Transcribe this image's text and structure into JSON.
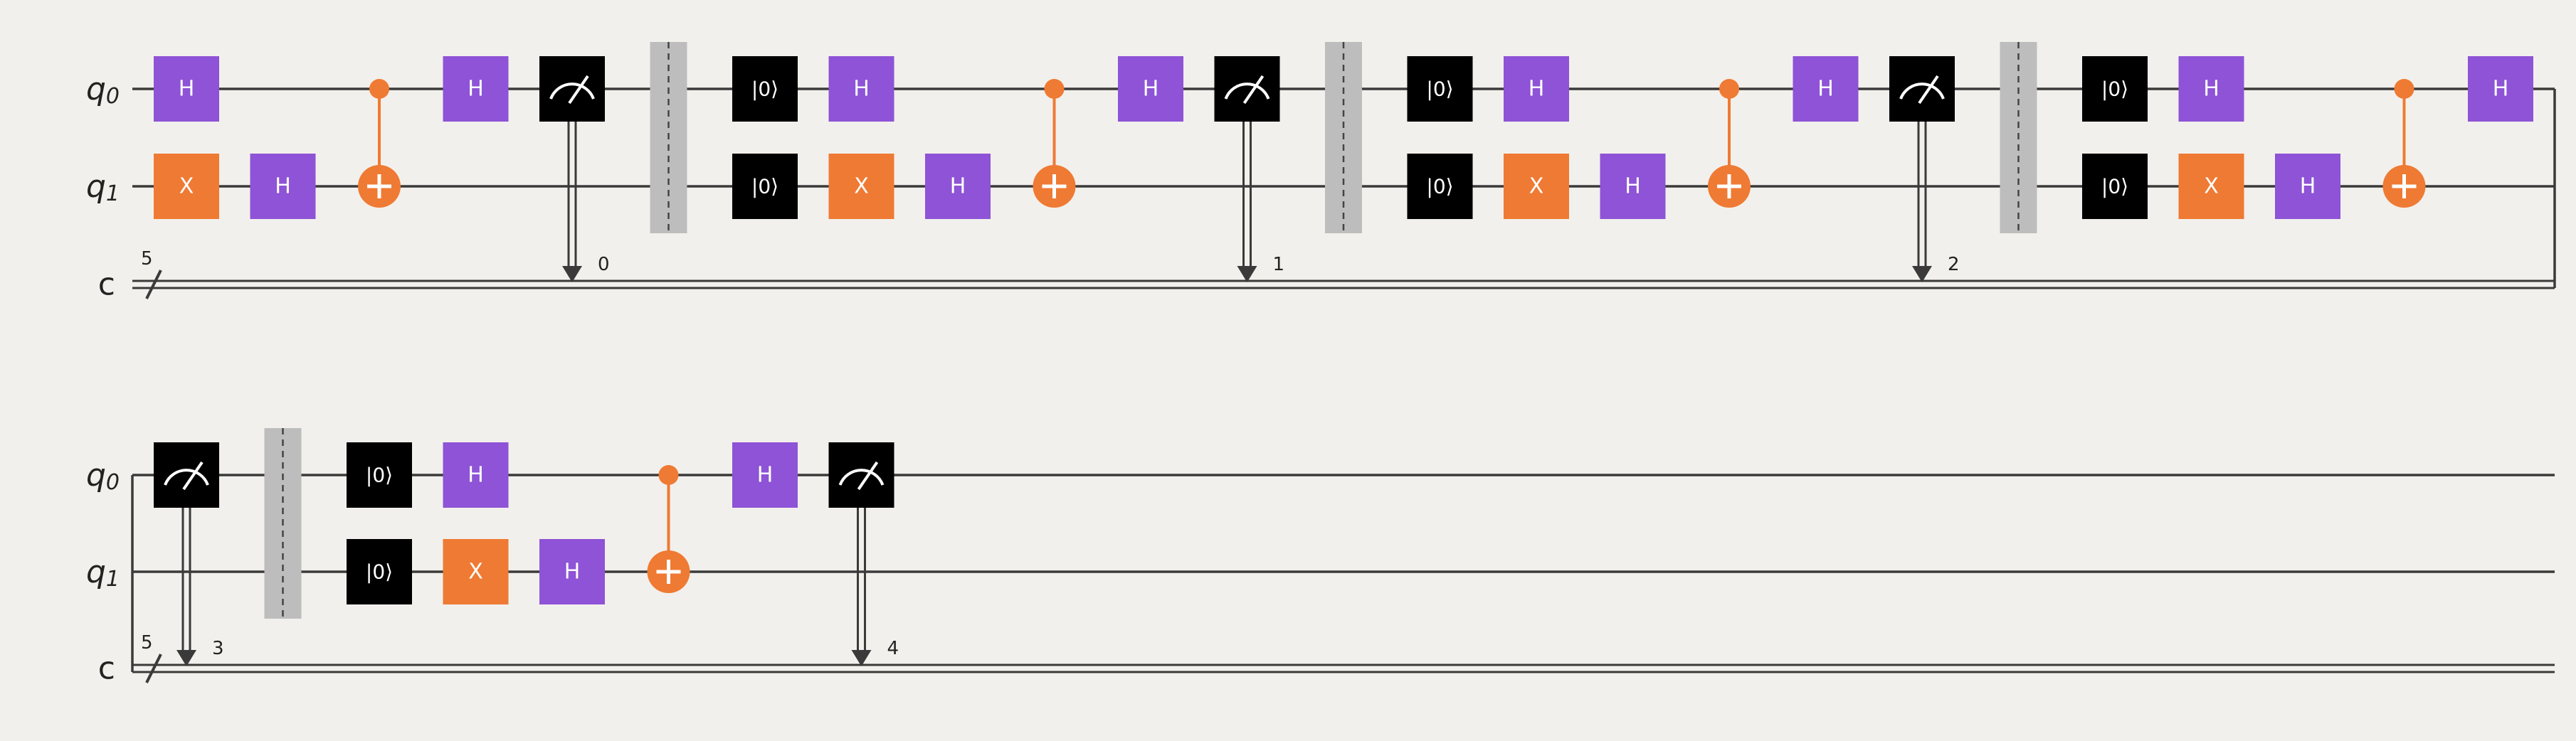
{
  "colors": {
    "background": "#f2f0ec",
    "wire": "#3a3a3a",
    "h_gate": "#8e53d6",
    "x_gate": "#ef7a33",
    "control": "#ef7a33",
    "black_gate": "#000000",
    "barrier": "#bdbdbd"
  },
  "labels": {
    "qubit": "q",
    "classical": "c",
    "q0_index": "0",
    "q1_index": "1",
    "register_size": "5",
    "h": "H",
    "x": "X",
    "reset": "|0⟩"
  },
  "icons": {
    "measure": "measurement-meter-icon",
    "target": "cnot-target-icon",
    "control": "control-dot-icon",
    "barrier": "barrier-icon"
  },
  "rows": [
    {
      "gates": [
        {
          "type": "H",
          "qubit": 0,
          "col": 0
        },
        {
          "type": "X",
          "qubit": 1,
          "col": 0
        },
        {
          "type": "H",
          "qubit": 1,
          "col": 1
        },
        {
          "type": "CX",
          "control": 0,
          "target": 1,
          "col": 2
        },
        {
          "type": "H",
          "qubit": 0,
          "col": 3
        },
        {
          "type": "M",
          "qubit": 0,
          "col": 4,
          "bit": "0"
        },
        {
          "type": "BARRIER",
          "col": 5
        },
        {
          "type": "RESET",
          "qubit": 0,
          "col": 6
        },
        {
          "type": "RESET",
          "qubit": 1,
          "col": 6
        },
        {
          "type": "H",
          "qubit": 0,
          "col": 7
        },
        {
          "type": "X",
          "qubit": 1,
          "col": 7
        },
        {
          "type": "H",
          "qubit": 1,
          "col": 8
        },
        {
          "type": "CX",
          "control": 0,
          "target": 1,
          "col": 9
        },
        {
          "type": "H",
          "qubit": 0,
          "col": 10
        },
        {
          "type": "M",
          "qubit": 0,
          "col": 11,
          "bit": "1"
        },
        {
          "type": "BARRIER",
          "col": 12
        },
        {
          "type": "RESET",
          "qubit": 0,
          "col": 13
        },
        {
          "type": "RESET",
          "qubit": 1,
          "col": 13
        },
        {
          "type": "H",
          "qubit": 0,
          "col": 14
        },
        {
          "type": "X",
          "qubit": 1,
          "col": 14
        },
        {
          "type": "H",
          "qubit": 1,
          "col": 15
        },
        {
          "type": "CX",
          "control": 0,
          "target": 1,
          "col": 16
        },
        {
          "type": "H",
          "qubit": 0,
          "col": 17
        },
        {
          "type": "M",
          "qubit": 0,
          "col": 18,
          "bit": "2"
        },
        {
          "type": "BARRIER",
          "col": 19
        },
        {
          "type": "RESET",
          "qubit": 0,
          "col": 20
        },
        {
          "type": "RESET",
          "qubit": 1,
          "col": 20
        },
        {
          "type": "H",
          "qubit": 0,
          "col": 21
        },
        {
          "type": "X",
          "qubit": 1,
          "col": 21
        },
        {
          "type": "H",
          "qubit": 1,
          "col": 22
        },
        {
          "type": "CX",
          "control": 0,
          "target": 1,
          "col": 23
        },
        {
          "type": "H",
          "qubit": 0,
          "col": 24
        }
      ]
    },
    {
      "gates": [
        {
          "type": "M",
          "qubit": 0,
          "col": 0,
          "bit": "3"
        },
        {
          "type": "BARRIER",
          "col": 1
        },
        {
          "type": "RESET",
          "qubit": 0,
          "col": 2
        },
        {
          "type": "RESET",
          "qubit": 1,
          "col": 2
        },
        {
          "type": "H",
          "qubit": 0,
          "col": 3
        },
        {
          "type": "X",
          "qubit": 1,
          "col": 3
        },
        {
          "type": "H",
          "qubit": 1,
          "col": 4
        },
        {
          "type": "CX",
          "control": 0,
          "target": 1,
          "col": 5
        },
        {
          "type": "H",
          "qubit": 0,
          "col": 6
        },
        {
          "type": "M",
          "qubit": 0,
          "col": 7,
          "bit": "4"
        }
      ]
    }
  ]
}
